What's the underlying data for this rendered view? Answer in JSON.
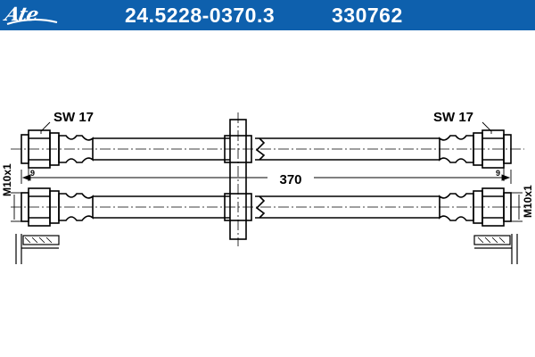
{
  "header": {
    "brand": "Ate",
    "part_number": "24.5228-0370.3",
    "reference_number": "330762",
    "background_color": "#0e60ad",
    "text_color": "#ffffff"
  },
  "drawing": {
    "wrench_size_left": "SW 17",
    "wrench_size_right": "SW 17",
    "overall_length": "370",
    "thread_spec_left": "M10x1",
    "thread_spec_right": "M10x1",
    "thread_length_left": "9",
    "thread_length_right": "9",
    "line_color": "#000000"
  }
}
